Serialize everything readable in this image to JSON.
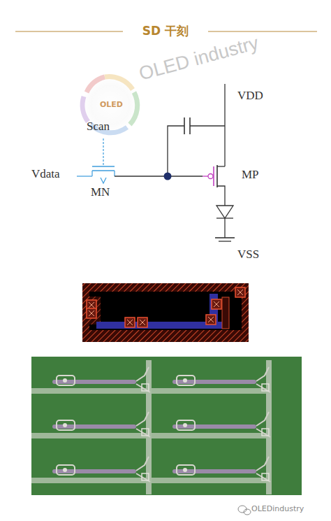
{
  "diagram": {
    "title": "SD 干刻",
    "labels": [
      "Scan",
      "Vdata",
      "MN",
      "MP",
      "VDD",
      "VSS",
      "OLED industry",
      "OLED",
      "OLEDindustry"
    ]
  }
}
